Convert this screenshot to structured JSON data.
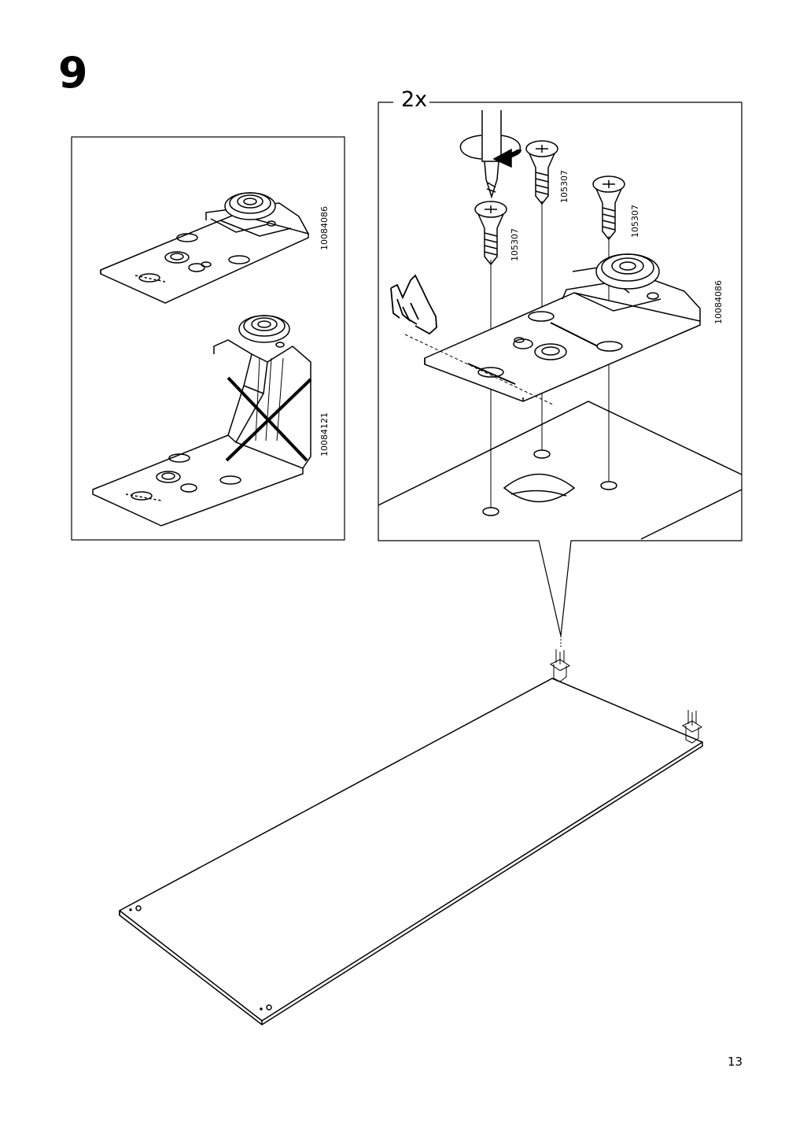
{
  "step": {
    "number": "9"
  },
  "left_panel": {
    "correct_part_label": "10084086",
    "wrong_part_label": "10084121"
  },
  "right_panel": {
    "quantity": "2x",
    "screw_labels": [
      "105307",
      "105307",
      "105307"
    ],
    "fitting_label": "10084086"
  },
  "page": {
    "number": "13"
  }
}
